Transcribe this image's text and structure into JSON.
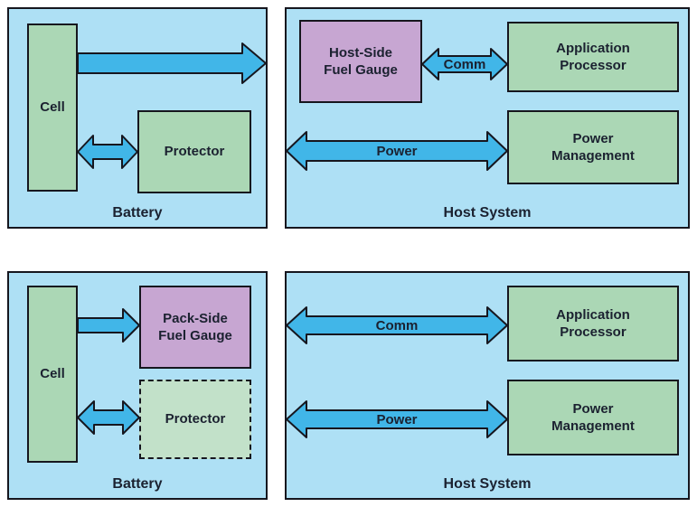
{
  "colors": {
    "panel": "#aee0f5",
    "green": "#abd7b5",
    "purple": "#c7a6d2",
    "dashedGreen": "#c2e1c9",
    "arrow": "#41b6e8",
    "border": "#16161e",
    "text": "#1b2130"
  },
  "top": {
    "battery": {
      "title": "Battery",
      "cell": "Cell",
      "protector": "Protector"
    },
    "host": {
      "title": "Host System",
      "fuelGauge": "Host-Side\nFuel Gauge",
      "appProcessor": "Application\nProcessor",
      "powerManagement": "Power\nManagement",
      "comm": "Comm",
      "power": "Power"
    }
  },
  "bottom": {
    "battery": {
      "title": "Battery",
      "cell": "Cell",
      "fuelGauge": "Pack-Side\nFuel Gauge",
      "protector": "Protector"
    },
    "host": {
      "title": "Host System",
      "appProcessor": "Application\nProcessor",
      "powerManagement": "Power\nManagement",
      "comm": "Comm",
      "power": "Power"
    }
  }
}
